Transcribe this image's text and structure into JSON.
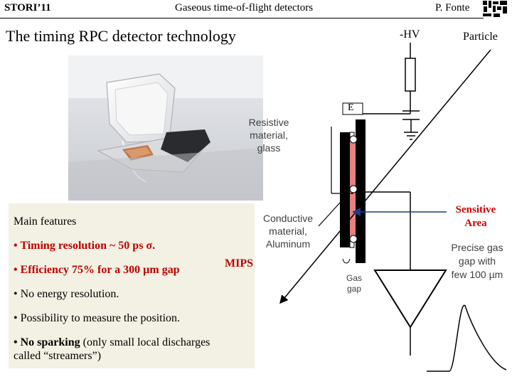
{
  "header": {
    "left": "STORI’11",
    "center": "Gaseous time-of-flight detectors",
    "right": "P. Fonte"
  },
  "title": "The timing RPC detector technology",
  "circuit": {
    "hv_label": "-HV",
    "particle_label": "Particle",
    "e_label": "E",
    "gas_gap_label": "Gas gap"
  },
  "annotations": {
    "resistive": "Resistive material, glass",
    "conductive": "Conductive material, Aluminum",
    "sensitive": "Sensitive Area",
    "precise": "Precise gas gap with few 100 µm"
  },
  "features": {
    "heading": "Main features",
    "timing": "• Timing resolution ~ 50 ps σ.",
    "efficiency": "• Efficiency 75% for a 300 µm gap",
    "mips": "MIPS",
    "energy": "• No energy resolution.",
    "position": "• Possibility to measure the position.",
    "sparking_bold": "• No sparking",
    "sparking_rest": " (only small local discharges",
    "sparking_line2": "called “streamers”)"
  },
  "colors": {
    "accent_red": "#c00000",
    "resistive_pink": "#e88080",
    "features_bg": "#f3f1e3",
    "annotation_gray": "#404040"
  },
  "icons": {
    "logo": "conference-logo-icon",
    "photo": "rpc-detector-photo"
  }
}
